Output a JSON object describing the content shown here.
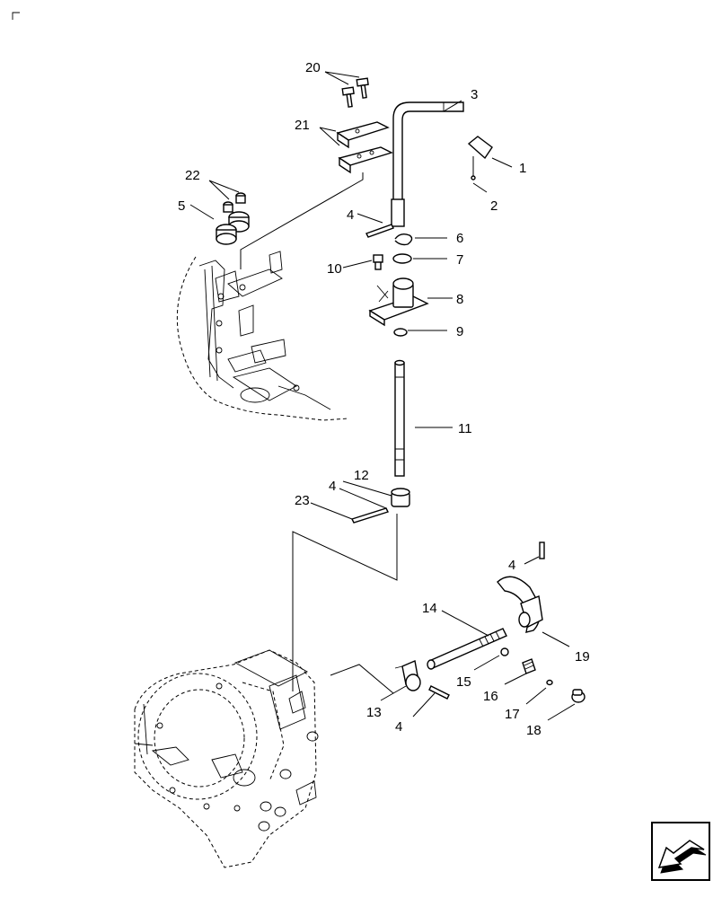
{
  "diagram": {
    "labels": {
      "p1": "1",
      "p2": "2",
      "p3": "3",
      "p4a": "4",
      "p4b": "4",
      "p4c": "4",
      "p4d": "4",
      "p5": "5",
      "p6": "6",
      "p7": "7",
      "p8": "8",
      "p9": "9",
      "p10": "10",
      "p11": "11",
      "p12": "12",
      "p13": "13",
      "p14": "14",
      "p15": "15",
      "p16": "16",
      "p17": "17",
      "p18": "18",
      "p19": "19",
      "p20": "20",
      "p21": "21",
      "p22": "22",
      "p23": "23"
    }
  },
  "navigation": {
    "icon": "arrow-down-left-icon"
  }
}
